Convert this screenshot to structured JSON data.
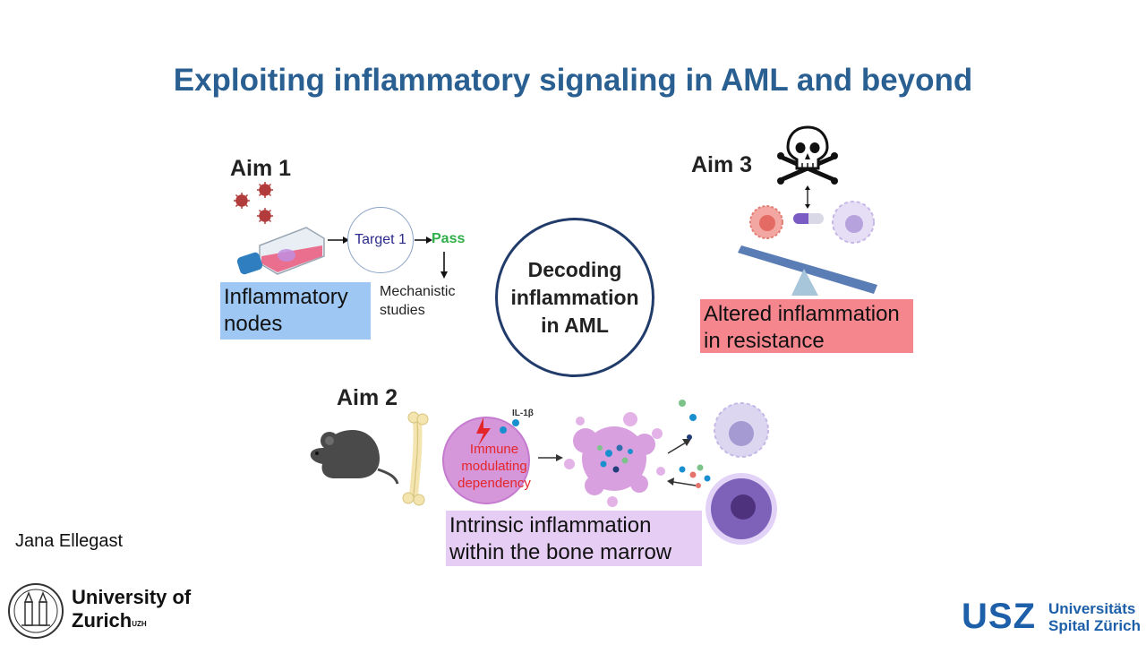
{
  "slide": {
    "title": "Exploiting inflammatory signaling in AML and beyond",
    "center_lines": [
      "Decoding",
      "inflammation",
      "in AML"
    ],
    "aim1": {
      "label": "Aim 1",
      "target": "Target 1",
      "pass": "Pass",
      "mechanistic_lines": [
        "Mechanistic",
        "studies"
      ],
      "box_lines": [
        "Inflammatory",
        "nodes"
      ],
      "box_color": "#9ec8f3"
    },
    "aim2": {
      "label": "Aim 2",
      "cytokine": "IL-1β",
      "immune_lines": [
        "Immune",
        "modulating",
        "dependency"
      ],
      "box_lines": [
        "Intrinsic inflammation",
        "within the bone marrow"
      ],
      "box_color": "#e5cdf3"
    },
    "aim3": {
      "label": "Aim 3",
      "box_lines": [
        "Altered inflammation",
        "in resistance"
      ],
      "box_color": "#f5868e"
    },
    "author": "Jana Ellegast"
  },
  "logos": {
    "uzh_lines": [
      "University of",
      "Zurich"
    ],
    "uzh_sup": "UZH",
    "usz_mark": "USZ",
    "usz_lines": [
      "Universitäts",
      "Spital Zürich"
    ]
  },
  "colors": {
    "title": "#2a5f92",
    "circle_border": "#213c6b",
    "pass": "#2fae4a",
    "immune_text": "#e4262b",
    "usz_blue": "#1d5fa8"
  }
}
